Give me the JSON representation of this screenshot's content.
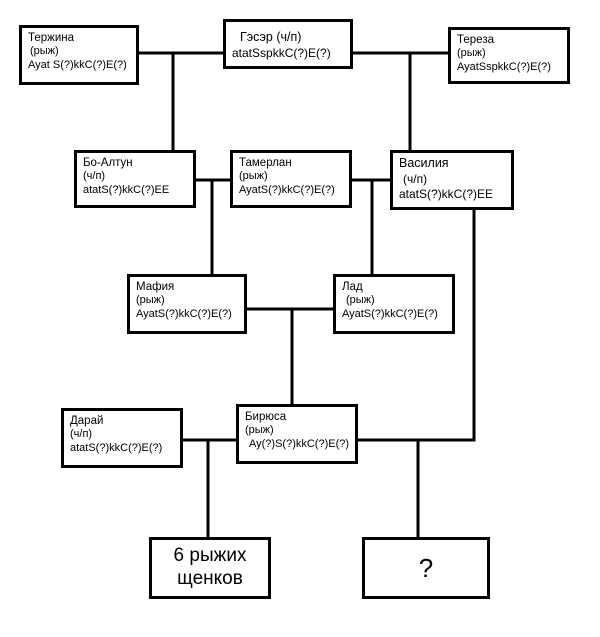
{
  "pedigree": {
    "terzhina": {
      "name": "Тержина",
      "color": "(рыж)",
      "genotype": "Ayat S(?)kkC(?)E(?)"
    },
    "gaser": {
      "name": "Гэсэр (ч/п)",
      "genotype": "atatSspkkC(?)E(?)"
    },
    "tereza": {
      "name": "Тереза",
      "color": "(рыж)",
      "genotype": "AyatSspkkC(?)E(?)"
    },
    "bo_altun": {
      "name": "Бо-Алтун",
      "color": "(ч/п)",
      "genotype": "atatS(?)kkC(?)EE"
    },
    "tamerlan": {
      "name": "Тамерлан",
      "color": "(рыж)",
      "genotype": "AyatS(?)kkC(?)E(?)"
    },
    "vasiliya": {
      "name": "Василия",
      "color": "(ч/п)",
      "genotype": "atatS(?)kkC(?)EE"
    },
    "mafiya": {
      "name": "Мафия",
      "color": "(рыж)",
      "genotype": "AyatS(?)kkC(?)E(?)"
    },
    "lad": {
      "name": "Лад",
      "color": "(рыж)",
      "genotype": "AyatS(?)kkC(?)E(?)"
    },
    "darai": {
      "name": "Дарай",
      "color": "(ч/п)",
      "genotype": "atatS(?)kkC(?)E(?)"
    },
    "biryusa": {
      "name": "Бирюса",
      "color": "(рыж)",
      "genotype": "Ay(?)S(?)kkC(?)E(?)"
    }
  },
  "litters": {
    "first": {
      "line1": "6 рыжих",
      "line2": "щенков"
    },
    "second": {
      "label": "?"
    }
  },
  "colors": {
    "line": "#000000",
    "background": "#ffffff"
  }
}
